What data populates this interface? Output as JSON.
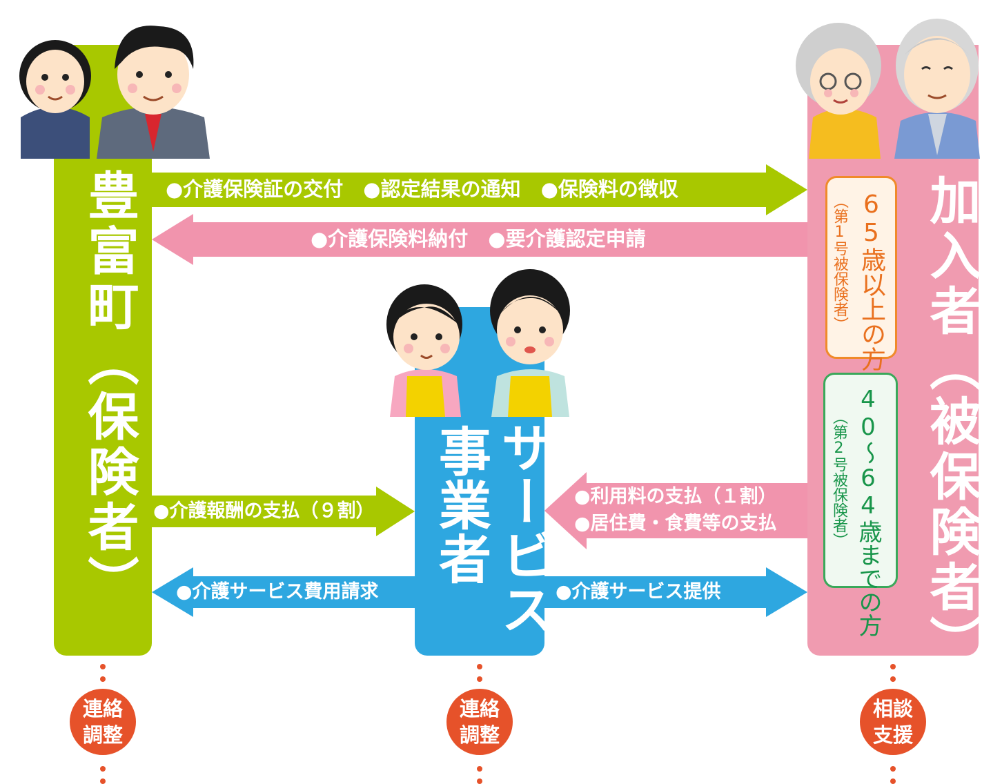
{
  "colors": {
    "insurer": "#a8c800",
    "provider": "#2ea7e0",
    "member": "#f09bb0",
    "pink_arrow": "#f194ad",
    "green_arrow": "#a8c800",
    "blue_arrow": "#2ea7e0",
    "circle": "#e6522a"
  },
  "insurer": {
    "label": "豊富町（保険者）"
  },
  "provider": {
    "label_line1": "サービス",
    "label_line2": "事業者"
  },
  "member": {
    "label": "加入者（被保険者）",
    "group1": {
      "title": "65歳以上の方",
      "sub": "（第1号被保険者）"
    },
    "group2": {
      "title": "40～64歳までの方",
      "sub": "（第2号被保険者）"
    }
  },
  "arrows": {
    "top_right": "●介護保険証の交付　●認定結果の通知　●保険料の徴収",
    "top_left": "●介護保険料納付　●要介護認定申請",
    "mid_right": "●介護報酬の支払（９割）",
    "mid_left_line1": "●利用料の支払（１割）",
    "mid_left_line2": "●居住費・食費等の支払",
    "bottom_left": "●介護サービス費用請求",
    "bottom_right": "●介護サービス提供"
  },
  "circles": {
    "insurer": {
      "line1": "連絡",
      "line2": "調整"
    },
    "provider": {
      "line1": "連絡",
      "line2": "調整"
    },
    "member": {
      "line1": "相談",
      "line2": "支援"
    }
  },
  "icons": [
    "staff-people-icon",
    "care-worker-people-icon",
    "elderly-couple-icon"
  ]
}
